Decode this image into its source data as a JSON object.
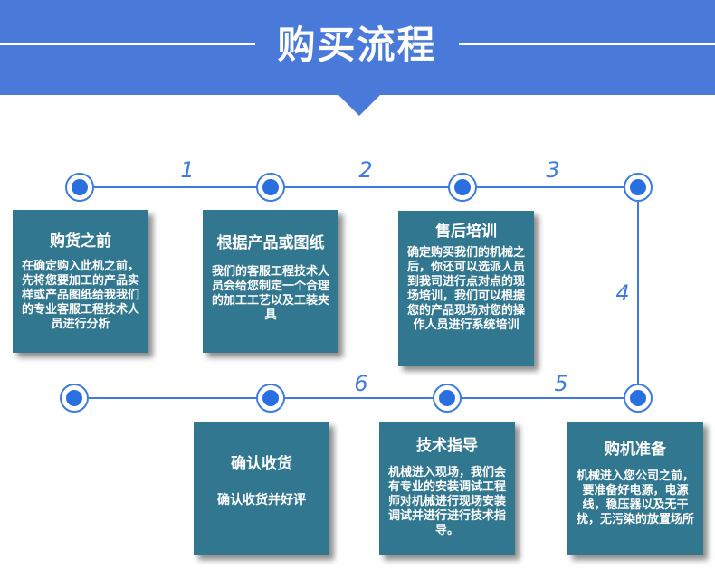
{
  "header": {
    "title": "购买流程",
    "colors": {
      "banner": "#4a7ad9",
      "accent": "#3d7be0",
      "card": "#327790"
    }
  },
  "flow": {
    "step_numbers": [
      "1",
      "2",
      "3",
      "4",
      "5",
      "6"
    ],
    "cards": [
      {
        "title": "购货之前",
        "desc": "在确定购入此机之前，先将您要加工的产品实样或产品图纸给我我们的专业客服工程技术人员进行分析"
      },
      {
        "title": "根据产品或图纸",
        "desc": "我们的客服工程技术人员会给您制定一个合理的加工工艺以及工装夹具"
      },
      {
        "title": "售后培训",
        "desc": "确定购买我们的机械之后，你还可以选派人员到我司进行点对点的现场培训，我们可以根据您的产品现场对您的操作人员进行系统培训"
      },
      {
        "title": "购机准备",
        "desc": "机械进入您公司之前，要准备好电源，电源线，稳压器以及无干扰，无污染的放置场所"
      },
      {
        "title": "技术指导",
        "desc": "机械进入现场，我们会有专业的安装调试工程师对机械进行现场安装调试并进行进行技术指导。"
      },
      {
        "title": "确认收货",
        "desc": "确认收货并好评"
      }
    ]
  }
}
